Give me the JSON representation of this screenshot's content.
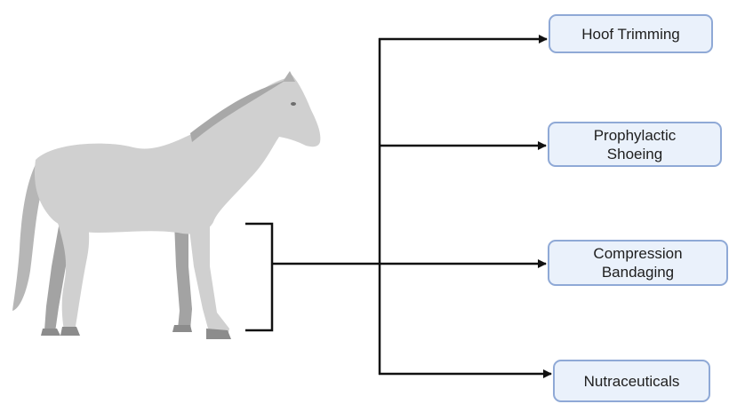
{
  "diagram": {
    "treatments": [
      {
        "label": "Hoof Trimming"
      },
      {
        "label": "Prophylactic\nShoeing"
      },
      {
        "label": "Compression\nBandaging"
      },
      {
        "label": "Nutraceuticals"
      }
    ],
    "colors": {
      "box_fill": "#eaf1fb",
      "box_border": "#8fa9d6",
      "connector": "#111111",
      "horse_light": "#cfcfcf",
      "horse_dark": "#9e9e9e"
    },
    "icons": {
      "subject": "horse-icon",
      "arrow": "arrow-right-icon",
      "bracket": "bracket-icon"
    }
  }
}
